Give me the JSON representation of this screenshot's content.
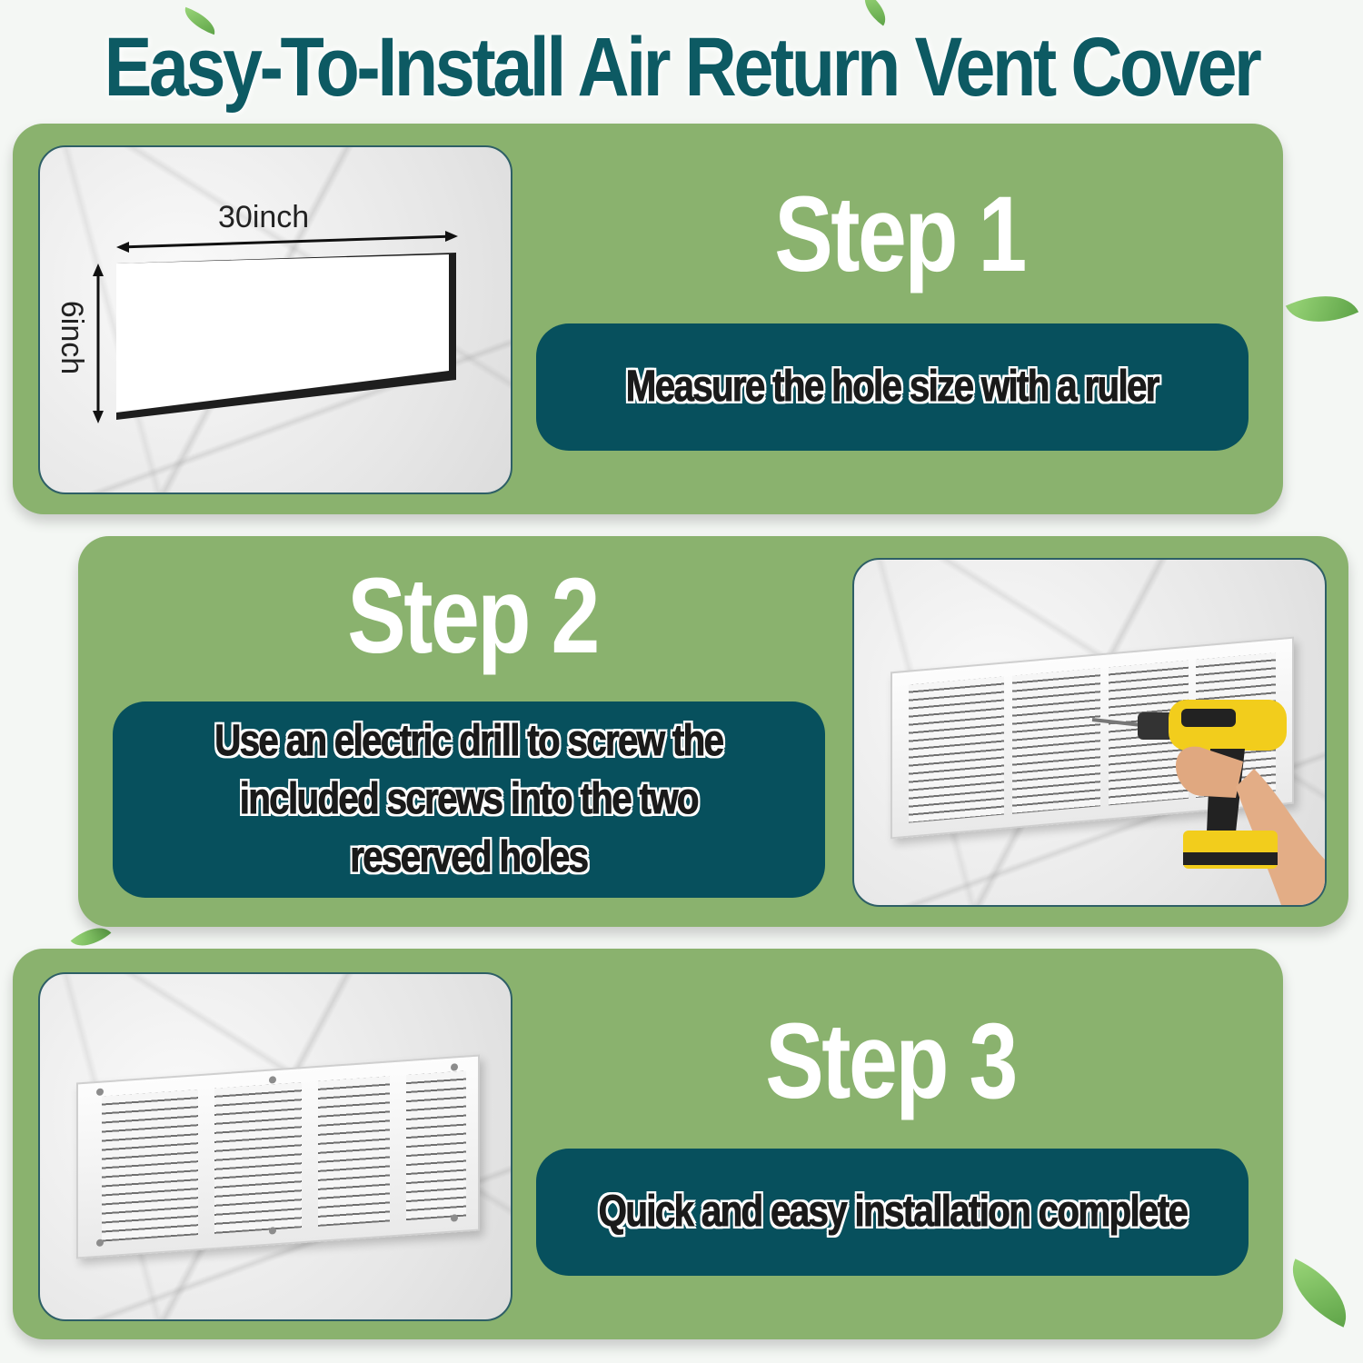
{
  "title": "Easy-To-Install Air Return Vent Cover",
  "steps": [
    {
      "heading": "Step 1",
      "text": "Measure the hole size with a ruler"
    },
    {
      "heading": "Step 2",
      "text_lines": [
        "Use an electric drill to screw the",
        "included screws into the two",
        "reserved holes"
      ]
    },
    {
      "heading": "Step 3",
      "text": "Quick and easy installation complete"
    }
  ],
  "measure": {
    "width_label": "30inch",
    "height_label": "6inch"
  },
  "colors": {
    "title": "#0d5a63",
    "panel": "#8ab26e",
    "box": "#07505d"
  },
  "icons": [
    "leaf-icon",
    "drill-icon"
  ]
}
